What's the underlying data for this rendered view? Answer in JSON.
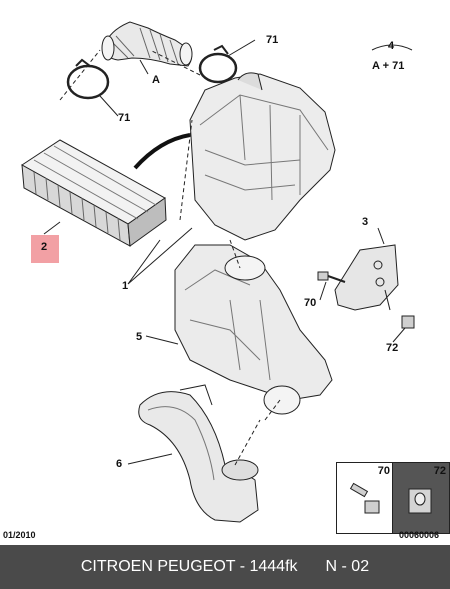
{
  "labels": {
    "l1": "1",
    "l2": "2",
    "l3": "3",
    "l4": "4",
    "l4sub": "A + 71",
    "l5": "5",
    "l6": "6",
    "lA": "A",
    "l70": "70",
    "l71a": "71",
    "l71b": "71",
    "l72": "72"
  },
  "legend": {
    "left_num": "70",
    "right_num": "72"
  },
  "footer": {
    "date": "01/2010",
    "code": "00060006",
    "brand": "CITROEN PEUGEOT - 1444fk",
    "page": "N - 02"
  },
  "colors": {
    "highlight": "#f2a0a4",
    "footer_bg": "#4a4a4a",
    "footer_text": "#ffffff"
  }
}
